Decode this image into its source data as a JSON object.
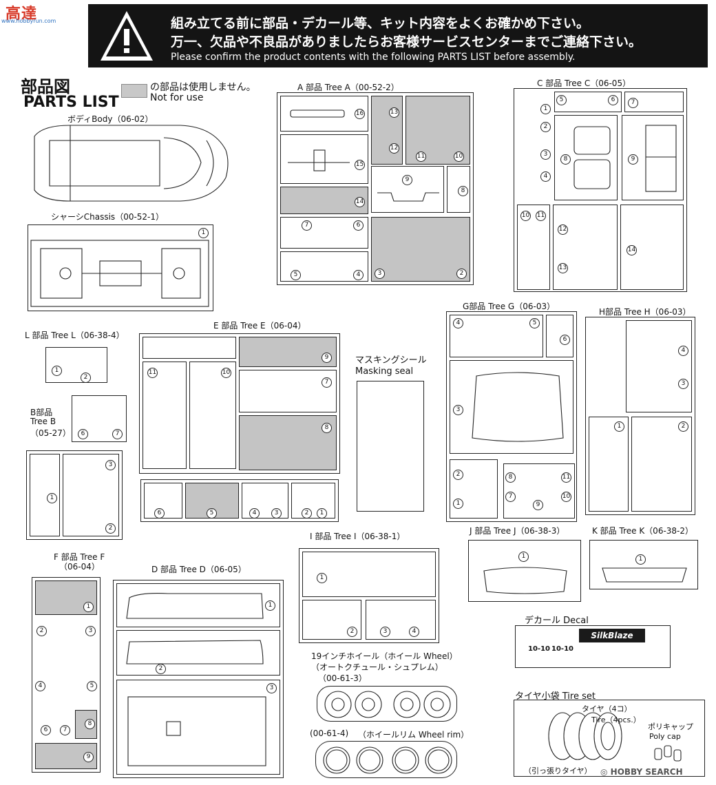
{
  "watermark": {
    "logo": "高達",
    "sub": "www.hobbyrun.com"
  },
  "banner": {
    "line1": "組み立てる前に部品・デカール等、キット内容をよくお確かめ下さい。",
    "line2": "万一、欠品や不良品がありましたらお客様サービスセンターまでご連絡下さい。",
    "line3": "Please confirm the product contents with the following PARTS LIST before assembly."
  },
  "header": {
    "title_jp": "部品図",
    "title_en": "PARTS LIST",
    "not_used_jp": "の部品は使用しません。",
    "not_used_en": "Not for use"
  },
  "labels": {
    "body": "ボディBody（06-02）",
    "chassis": "シャーシChassis（00-52-1）",
    "tree_a": "A 部品 Tree A（00-52-2）",
    "tree_c": "C 部品 Tree C（06-05）",
    "tree_l": "L 部品 Tree L（06-38-4）",
    "tree_e": "E 部品 Tree E（06-04）",
    "tree_b_1": "B部品",
    "tree_b_2": "Tree B",
    "tree_b_3": "（05-27）",
    "masking_jp": "マスキングシール",
    "masking_en": "Masking seal",
    "tree_g": "G部品 Tree G（06-03）",
    "tree_h": "H部品 Tree H（06-03）",
    "tree_f_1": "F 部品 Tree F",
    "tree_f_2": "（06-04）",
    "tree_d": "D 部品 Tree D（06-05）",
    "tree_i": "I 部品 Tree I（06-38-1）",
    "tree_j": "J 部品 Tree J（06-38-3）",
    "tree_k": "K 部品 Tree K（06-38-2）",
    "decal": "デカール Decal",
    "wheel_1": "19インチホイール（ホイール Wheel）",
    "wheel_2": "（オートクチュール・シュプレム）",
    "wheel_3": "（00-61-3）",
    "rim_code": "(00-61-4)",
    "rim": "（ホイールリム Wheel rim）",
    "tireset": "タイヤ小袋 Tire set",
    "tire_jp": "タイヤ（4コ）",
    "tire_en": "Tire（4pcs.）",
    "polycap_jp": "ポリキャップ",
    "polycap_en": "Poly cap",
    "pull_tire": "（引っ張りタイヤ）",
    "hobbysearch": "HOBBY SEARCH"
  },
  "decal_text": {
    "brand": "SilkBlaze",
    "plate1": "10-10",
    "plate2": "10-10"
  },
  "parts": {
    "chassis": [
      "1"
    ],
    "tree_a": [
      "16",
      "13",
      "12",
      "15",
      "11",
      "10",
      "9",
      "8",
      "14",
      "7",
      "6",
      "5",
      "4",
      "3",
      "2"
    ],
    "tree_c": [
      "1",
      "2",
      "3",
      "4",
      "5",
      "6",
      "7",
      "8",
      "9",
      "10",
      "11",
      "12",
      "13",
      "14"
    ],
    "tree_l": [
      "1",
      "2"
    ],
    "tree_b": [
      "6",
      "7"
    ],
    "tree_b2": [
      "1",
      "3",
      "2"
    ],
    "tree_e": [
      "9",
      "11",
      "10",
      "7",
      "8",
      "6",
      "5",
      "4",
      "3",
      "2",
      "1"
    ],
    "tree_g": [
      "4",
      "5",
      "6",
      "3",
      "2",
      "1",
      "8",
      "7",
      "11",
      "10",
      "9"
    ],
    "tree_h": [
      "4",
      "3",
      "1",
      "2"
    ],
    "tree_f": [
      "1",
      "2",
      "3",
      "4",
      "5",
      "6",
      "7",
      "8",
      "9"
    ],
    "tree_d": [
      "1",
      "2",
      "3"
    ],
    "tree_i": [
      "1",
      "2",
      "3",
      "4"
    ],
    "tree_j": [
      "1"
    ],
    "tree_k": [
      "1"
    ]
  }
}
